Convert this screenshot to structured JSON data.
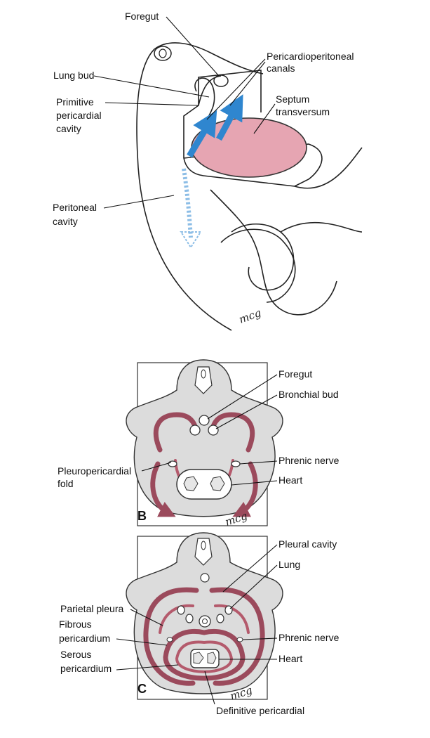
{
  "panel_a": {
    "labels": {
      "foregut": "Foregut",
      "pericardioperitoneal": "Pericardioperitoneal",
      "canals": "canals",
      "lung_bud": "Lung bud",
      "primitive_1": "Primitive",
      "primitive_2": "pericardial",
      "primitive_3": "cavity",
      "septum_1": "Septum",
      "septum_2": "transversum",
      "peritoneal_1": "Peritoneal",
      "peritoneal_2": "cavity"
    },
    "signature": "mcg"
  },
  "panel_b": {
    "letter": "B",
    "labels": {
      "foregut": "Foregut",
      "bronchial": "Bronchial bud",
      "phrenic": "Phrenic nerve",
      "pleuro_1": "Pleuropericardial",
      "pleuro_2": "fold",
      "heart": "Heart"
    },
    "signature": "mcg"
  },
  "panel_c": {
    "letter": "C",
    "labels": {
      "pleural": "Pleural cavity",
      "lung": "Lung",
      "parietal": "Parietal pleura",
      "fibrous_1": "Fibrous",
      "fibrous_2": "pericardium",
      "phrenic": "Phrenic nerve",
      "serous_1": "Serous",
      "serous_2": "pericardium",
      "heart": "Heart",
      "definitive": "Definitive pericardial"
    },
    "signature": "mcg"
  },
  "colors": {
    "septum": "#e6a5b2",
    "arrow": "#2f86cf",
    "tissue": "#dcdcdc",
    "membrane": "#9b4a5c"
  }
}
